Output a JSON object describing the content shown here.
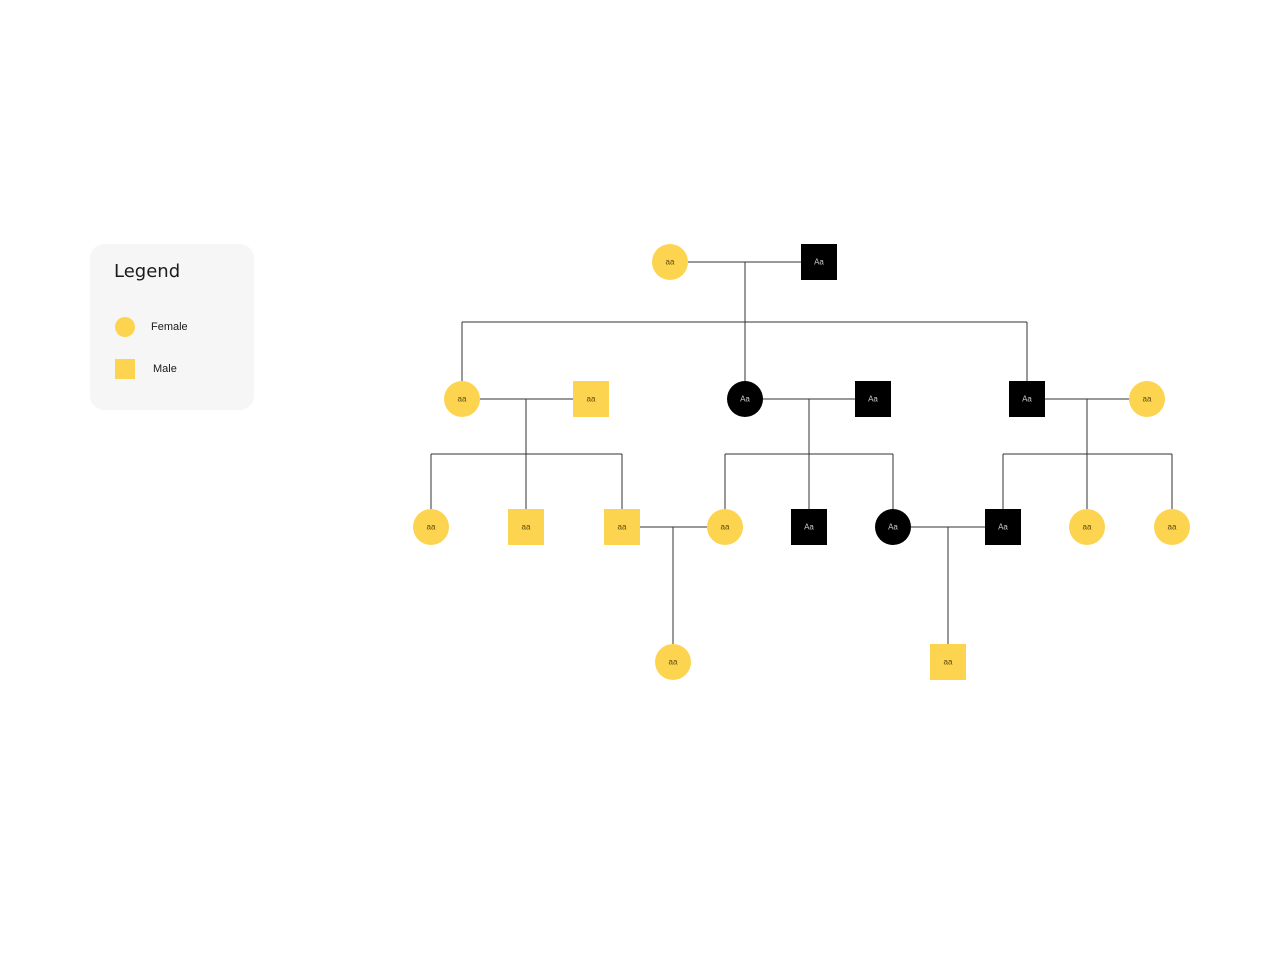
{
  "colors": {
    "unaffected": "#fdd44f",
    "affected": "#000000",
    "line": "#333333",
    "unaffected_text": "#5a4a10",
    "affected_text": "#cfcfcf"
  },
  "legend": {
    "title": "Legend",
    "female_label": "Female",
    "male_label": "Male"
  },
  "nodes": [
    {
      "id": "g1f",
      "shape": "circle",
      "affected": false,
      "label": "aa"
    },
    {
      "id": "g1m",
      "shape": "square",
      "affected": true,
      "label": "Aa"
    },
    {
      "id": "g2a",
      "shape": "circle",
      "affected": false,
      "label": "aa"
    },
    {
      "id": "g2b",
      "shape": "square",
      "affected": false,
      "label": "aa"
    },
    {
      "id": "g2c",
      "shape": "circle",
      "affected": true,
      "label": "Aa"
    },
    {
      "id": "g2d",
      "shape": "square",
      "affected": true,
      "label": "Aa"
    },
    {
      "id": "g2e",
      "shape": "square",
      "affected": true,
      "label": "Aa"
    },
    {
      "id": "g2f",
      "shape": "circle",
      "affected": false,
      "label": "aa"
    },
    {
      "id": "g3a",
      "shape": "circle",
      "affected": false,
      "label": "aa"
    },
    {
      "id": "g3b",
      "shape": "square",
      "affected": false,
      "label": "aa"
    },
    {
      "id": "g3c",
      "shape": "square",
      "affected": false,
      "label": "aa"
    },
    {
      "id": "g3d",
      "shape": "circle",
      "affected": false,
      "label": "aa"
    },
    {
      "id": "g3e",
      "shape": "square",
      "affected": true,
      "label": "Aa"
    },
    {
      "id": "g3f",
      "shape": "circle",
      "affected": true,
      "label": "Aa"
    },
    {
      "id": "g3g",
      "shape": "square",
      "affected": true,
      "label": "Aa"
    },
    {
      "id": "g3h",
      "shape": "circle",
      "affected": false,
      "label": "aa"
    },
    {
      "id": "g3i",
      "shape": "circle",
      "affected": false,
      "label": "aa"
    },
    {
      "id": "g4a",
      "shape": "circle",
      "affected": false,
      "label": "aa"
    },
    {
      "id": "g4b",
      "shape": "square",
      "affected": false,
      "label": "aa"
    }
  ]
}
